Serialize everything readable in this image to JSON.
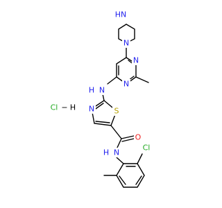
{
  "colors": {
    "carbon_bond": "#000000",
    "nitrogen": "#2222ee",
    "sulfur": "#b5a000",
    "chlorine": "#22aa22",
    "oxygen": "#ee2222",
    "background": "#ffffff"
  },
  "atoms": {
    "piperazine_nh": "HN",
    "piperazine_n": "N",
    "pyrimidine_n_a": "N",
    "pyrimidine_n_b": "N",
    "amine_nh": "H",
    "amine_n": "N",
    "thiazole_n": "N",
    "thiazole_s": "S",
    "carbonyl_o": "O",
    "amide_n": "N",
    "amide_h": "H",
    "aryl_cl": "Cl"
  },
  "salt": {
    "cl": "Cl",
    "dash": "−",
    "h": "H"
  }
}
